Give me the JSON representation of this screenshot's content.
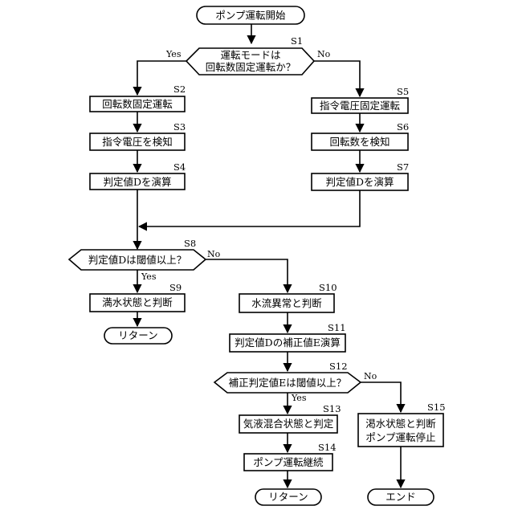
{
  "nodes": {
    "start": "ポンプ運転開始",
    "s1_line1": "運転モードは",
    "s1_line2": "回転数固定運転か？",
    "s2": "回転数固定運転",
    "s3": "指令電圧を検知",
    "s4": "判定値Dを演算",
    "s5": "指令電圧固定運転",
    "s6": "回転数を検知",
    "s7": "判定値Dを演算",
    "s8": "判定値Dは閾値以上？",
    "s9": "満水状態と判断",
    "return1": "リターン",
    "s10": "水流異常と判断",
    "s11": "判定値Dの補正値E演算",
    "s12": "補正判定値Eは閾値以上？",
    "s13": "気液混合状態と判定",
    "s14": "ポンプ運転継続",
    "return2": "リターン",
    "s15_line1": "渇水状態と判断",
    "s15_line2": "ポンプ運転停止",
    "end": "エンド"
  },
  "steps": {
    "s1": "S1",
    "s2": "S2",
    "s3": "S3",
    "s4": "S4",
    "s5": "S5",
    "s6": "S6",
    "s7": "S7",
    "s8": "S8",
    "s9": "S9",
    "s10": "S10",
    "s11": "S11",
    "s12": "S12",
    "s13": "S13",
    "s14": "S14",
    "s15": "S15"
  },
  "branches": {
    "s1_yes": "Yes",
    "s1_no": "No",
    "s8_yes": "Yes",
    "s8_no": "No",
    "s12_yes": "Yes",
    "s12_no": "No"
  }
}
